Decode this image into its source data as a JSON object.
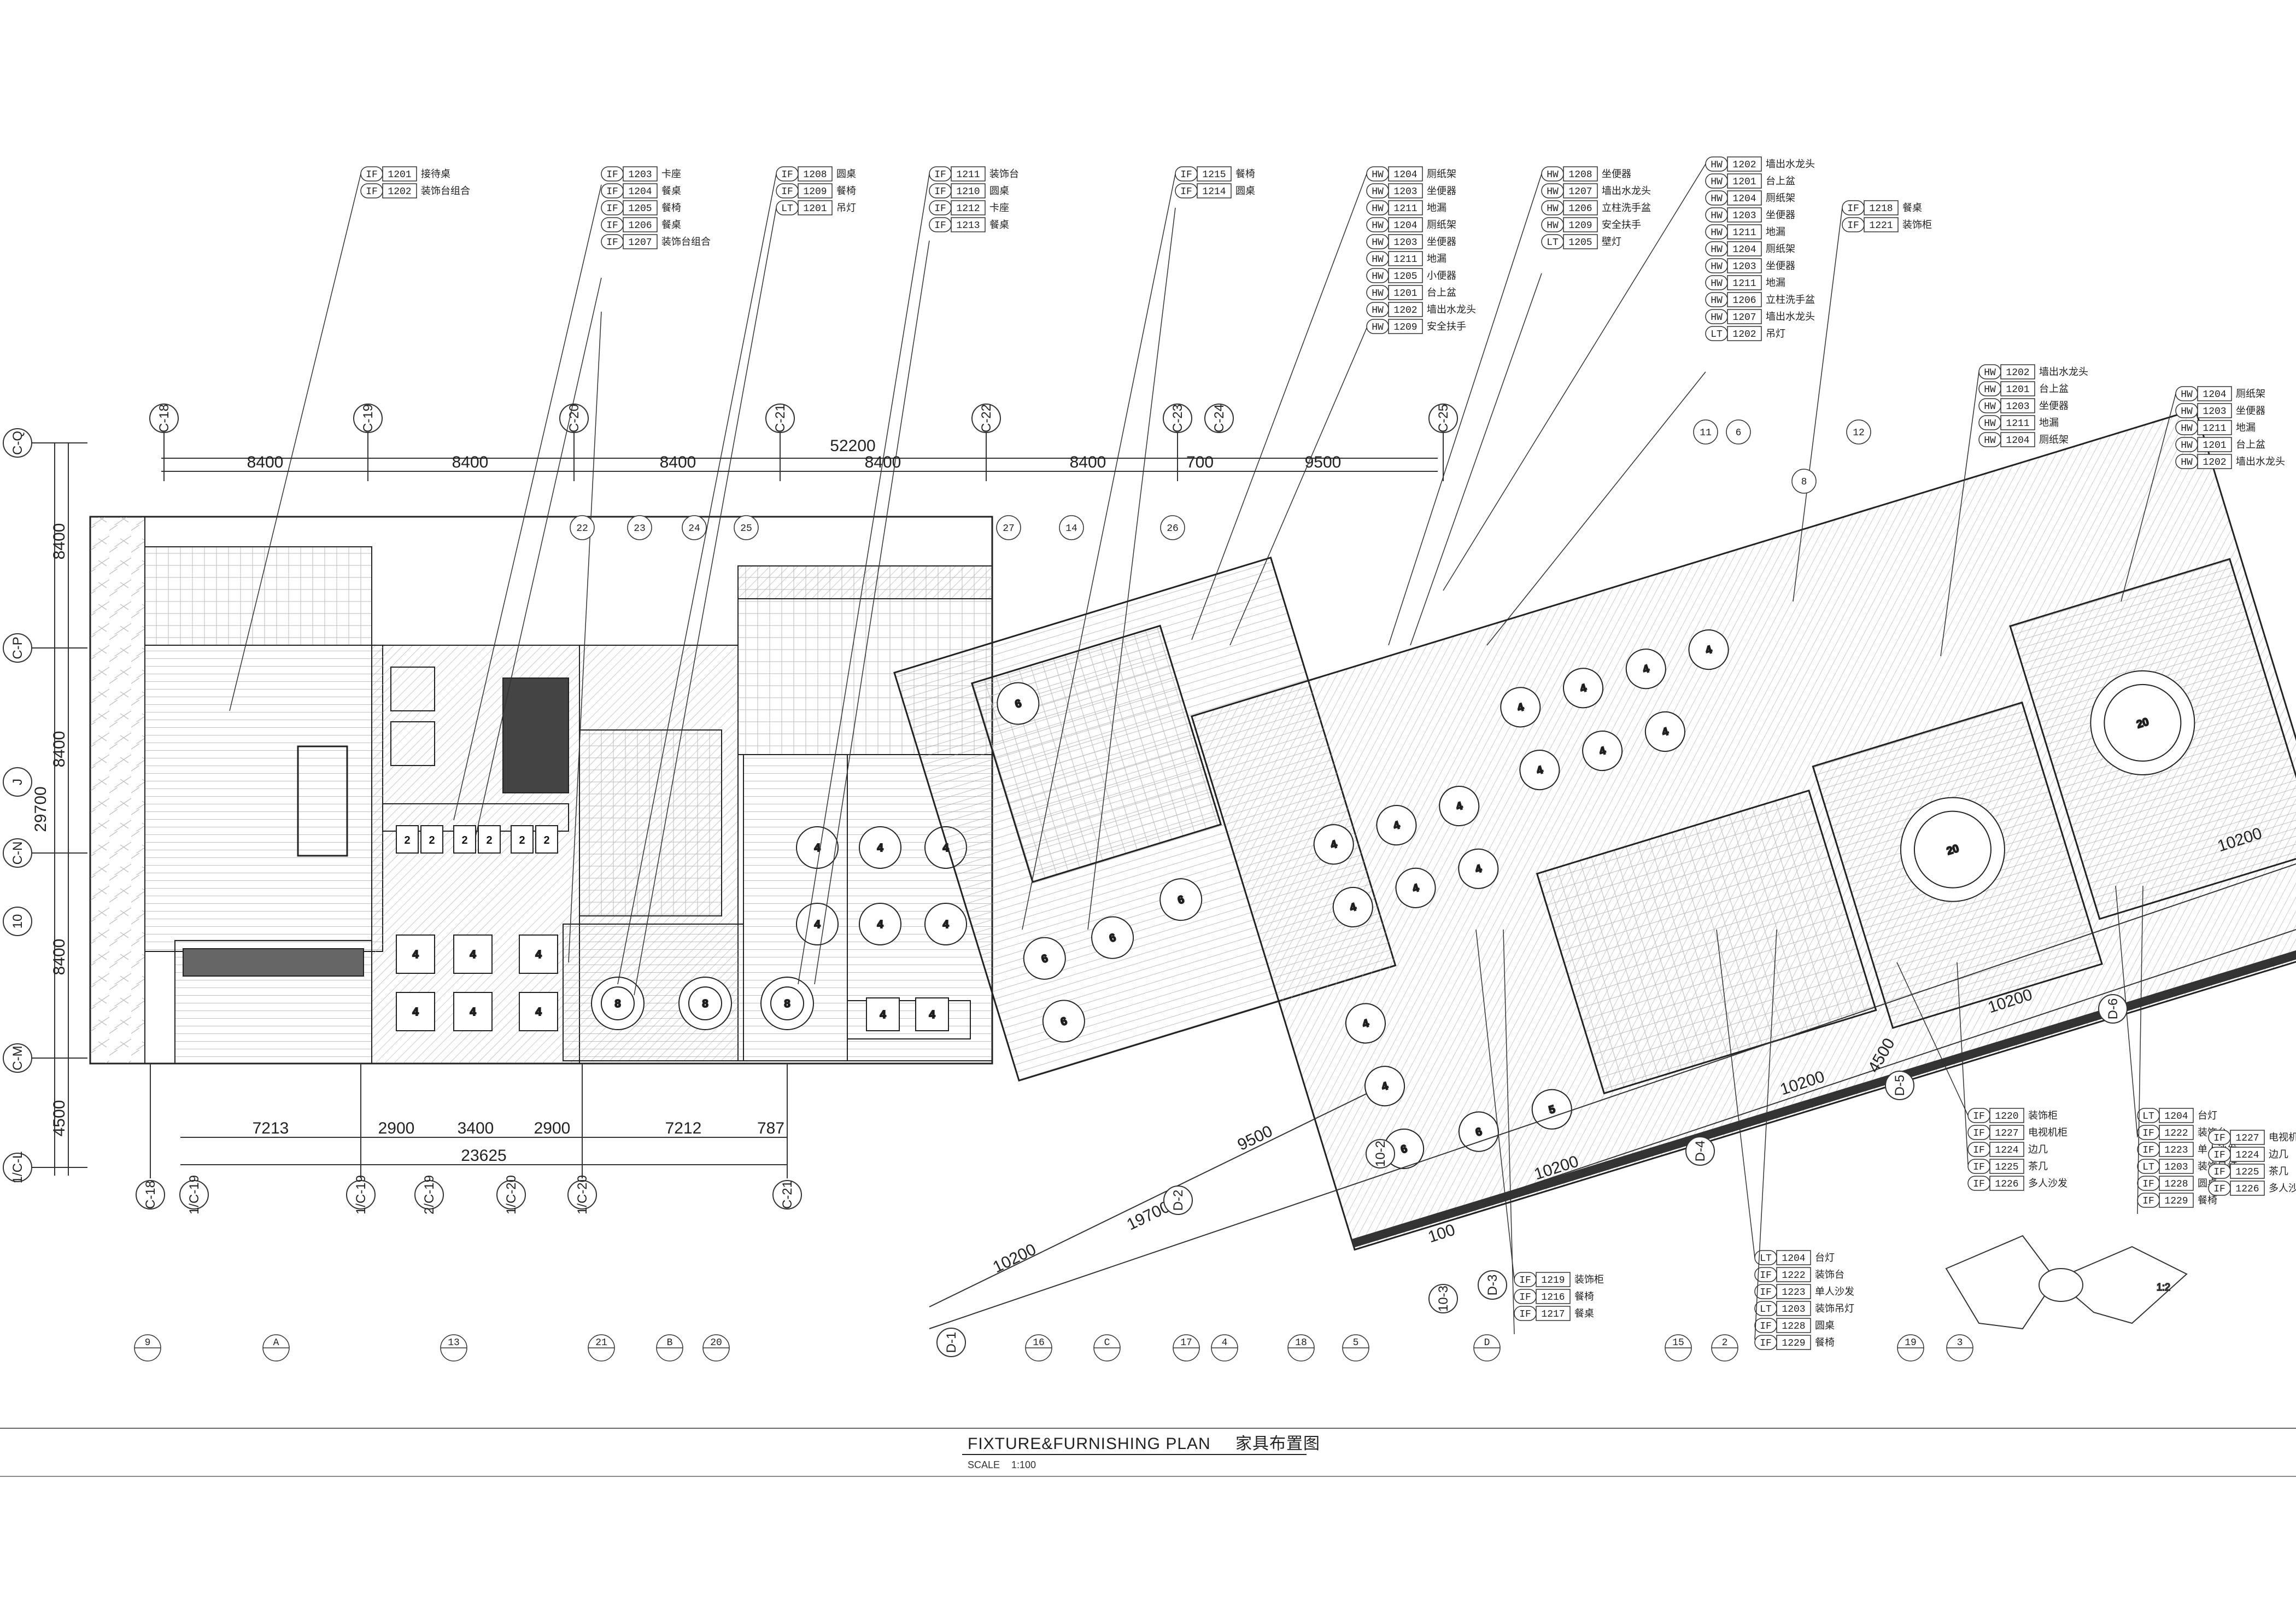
{
  "drawing": {
    "title_en": "FIXTURE&FURNISHING  PLAN",
    "title_cn": "家具布置图",
    "scale_label": "SCALE",
    "scale_value": "1:100",
    "section_mark": "1:2"
  },
  "dimensions": {
    "top_total": "52200",
    "top_bays": [
      "8400",
      "8400",
      "8400",
      "8400",
      "8400",
      "700",
      "9500"
    ],
    "left_total": "29700",
    "left_bays": [
      "8400",
      "8400",
      "8400",
      "4500"
    ],
    "bottom_bays": [
      "7213",
      "2900",
      "3400",
      "2900",
      "7212",
      "787"
    ],
    "bottom_total": "23625",
    "diag_lower": [
      "9500",
      "19700",
      "10200"
    ],
    "diag_mid": [
      "10200",
      "4500",
      "10200"
    ],
    "diag_right": [
      "10200",
      "10200"
    ],
    "diag_small": "100"
  },
  "grid": {
    "top": [
      "C-18",
      "C-19",
      "C-20",
      "C-21",
      "C-22",
      "C-23",
      "C-24",
      "C-25"
    ],
    "left": [
      "C-Q",
      "C-P",
      "J",
      "C-N",
      "10",
      "C-M",
      "1/C-L"
    ],
    "bottom": [
      "C-18",
      "1/C-19",
      "1/C-19",
      "2/C-19",
      "1/C-20",
      "1/C-20",
      "C-21"
    ],
    "diag": [
      "D-1",
      "D-2",
      "D-3",
      "D-4",
      "D-5",
      "D-6",
      "10-2",
      "10-3"
    ]
  },
  "tags": {
    "left_column_1": [
      {
        "code": "IF",
        "num": "1201",
        "desc": "接待桌"
      },
      {
        "code": "IF",
        "num": "1202",
        "desc": "装饰台组合"
      }
    ],
    "left_column_2": [
      {
        "code": "IF",
        "num": "1203",
        "desc": "卡座"
      },
      {
        "code": "IF",
        "num": "1204",
        "desc": "餐桌"
      },
      {
        "code": "IF",
        "num": "1205",
        "desc": "餐椅"
      },
      {
        "code": "IF",
        "num": "1206",
        "desc": "餐桌"
      },
      {
        "code": "IF",
        "num": "1207",
        "desc": "装饰台组合"
      }
    ],
    "left_column_3": [
      {
        "code": "IF",
        "num": "1208",
        "desc": "圆桌"
      },
      {
        "code": "IF",
        "num": "1209",
        "desc": "餐椅"
      },
      {
        "code": "LT",
        "num": "1201",
        "desc": "吊灯"
      }
    ],
    "left_column_4": [
      {
        "code": "IF",
        "num": "1211",
        "desc": "装饰台"
      },
      {
        "code": "IF",
        "num": "1210",
        "desc": "圆桌"
      },
      {
        "code": "IF",
        "num": "1212",
        "desc": "卡座"
      },
      {
        "code": "IF",
        "num": "1213",
        "desc": "餐桌"
      }
    ],
    "left_column_5": [
      {
        "code": "IF",
        "num": "1215",
        "desc": "餐椅"
      },
      {
        "code": "IF",
        "num": "1214",
        "desc": "圆桌"
      }
    ],
    "wash_column_1": [
      {
        "code": "HW",
        "num": "1204",
        "desc": "厕纸架"
      },
      {
        "code": "HW",
        "num": "1203",
        "desc": "坐便器"
      },
      {
        "code": "HW",
        "num": "1211",
        "desc": "地漏"
      },
      {
        "code": "HW",
        "num": "1204",
        "desc": "厕纸架"
      },
      {
        "code": "HW",
        "num": "1203",
        "desc": "坐便器"
      },
      {
        "code": "HW",
        "num": "1211",
        "desc": "地漏"
      },
      {
        "code": "HW",
        "num": "1205",
        "desc": "小便器"
      },
      {
        "code": "HW",
        "num": "1201",
        "desc": "台上盆"
      },
      {
        "code": "HW",
        "num": "1202",
        "desc": "墙出水龙头"
      },
      {
        "code": "HW",
        "num": "1209",
        "desc": "安全扶手"
      }
    ],
    "wash_column_2": [
      {
        "code": "HW",
        "num": "1208",
        "desc": "坐便器"
      },
      {
        "code": "HW",
        "num": "1207",
        "desc": "墙出水龙头"
      },
      {
        "code": "HW",
        "num": "1206",
        "desc": "立柱洗手盆"
      },
      {
        "code": "HW",
        "num": "1209",
        "desc": "安全扶手"
      },
      {
        "code": "LT",
        "num": "1205",
        "desc": "壁灯"
      }
    ],
    "wash_column_3": [
      {
        "code": "HW",
        "num": "1202",
        "desc": "墙出水龙头"
      },
      {
        "code": "HW",
        "num": "1201",
        "desc": "台上盆"
      },
      {
        "code": "HW",
        "num": "1204",
        "desc": "厕纸架"
      },
      {
        "code": "HW",
        "num": "1203",
        "desc": "坐便器"
      },
      {
        "code": "HW",
        "num": "1211",
        "desc": "地漏"
      },
      {
        "code": "HW",
        "num": "1204",
        "desc": "厕纸架"
      },
      {
        "code": "HW",
        "num": "1203",
        "desc": "坐便器"
      },
      {
        "code": "HW",
        "num": "1211",
        "desc": "地漏"
      },
      {
        "code": "HW",
        "num": "1206",
        "desc": "立柱洗手盆"
      },
      {
        "code": "HW",
        "num": "1207",
        "desc": "墙出水龙头"
      },
      {
        "code": "LT",
        "num": "1202",
        "desc": "吊灯"
      }
    ],
    "right_top": [
      {
        "code": "IF",
        "num": "1218",
        "desc": "餐桌"
      },
      {
        "code": "IF",
        "num": "1221",
        "desc": "装饰柜"
      }
    ],
    "right_wash_a": [
      {
        "code": "HW",
        "num": "1202",
        "desc": "墙出水龙头"
      },
      {
        "code": "HW",
        "num": "1201",
        "desc": "台上盆"
      },
      {
        "code": "HW",
        "num": "1203",
        "desc": "坐便器"
      },
      {
        "code": "HW",
        "num": "1211",
        "desc": "地漏"
      },
      {
        "code": "HW",
        "num": "1204",
        "desc": "厕纸架"
      }
    ],
    "right_wash_b": [
      {
        "code": "HW",
        "num": "1204",
        "desc": "厕纸架"
      },
      {
        "code": "HW",
        "num": "1203",
        "desc": "坐便器"
      },
      {
        "code": "HW",
        "num": "1211",
        "desc": "地漏"
      },
      {
        "code": "HW",
        "num": "1201",
        "desc": "台上盆"
      },
      {
        "code": "HW",
        "num": "1202",
        "desc": "墙出水龙头"
      }
    ],
    "bottom_a": [
      {
        "code": "IF",
        "num": "1219",
        "desc": "装饰柜"
      },
      {
        "code": "IF",
        "num": "1216",
        "desc": "餐椅"
      },
      {
        "code": "IF",
        "num": "1217",
        "desc": "餐桌"
      }
    ],
    "bottom_b": [
      {
        "code": "LT",
        "num": "1204",
        "desc": "台灯"
      },
      {
        "code": "IF",
        "num": "1222",
        "desc": "装饰台"
      },
      {
        "code": "IF",
        "num": "1223",
        "desc": "单人沙发"
      },
      {
        "code": "LT",
        "num": "1203",
        "desc": "装饰吊灯"
      },
      {
        "code": "IF",
        "num": "1228",
        "desc": "圆桌"
      },
      {
        "code": "IF",
        "num": "1229",
        "desc": "餐椅"
      }
    ],
    "bottom_c": [
      {
        "code": "IF",
        "num": "1220",
        "desc": "装饰柜"
      },
      {
        "code": "IF",
        "num": "1227",
        "desc": "电视机柜"
      },
      {
        "code": "IF",
        "num": "1224",
        "desc": "边几"
      },
      {
        "code": "IF",
        "num": "1225",
        "desc": "茶几"
      },
      {
        "code": "IF",
        "num": "1226",
        "desc": "多人沙发"
      }
    ],
    "bottom_d": [
      {
        "code": "LT",
        "num": "1204",
        "desc": "台灯"
      },
      {
        "code": "IF",
        "num": "1222",
        "desc": "装饰台"
      },
      {
        "code": "IF",
        "num": "1223",
        "desc": "单人沙发"
      },
      {
        "code": "LT",
        "num": "1203",
        "desc": "装饰吊灯"
      },
      {
        "code": "IF",
        "num": "1228",
        "desc": "圆桌"
      },
      {
        "code": "IF",
        "num": "1229",
        "desc": "餐椅"
      }
    ],
    "bottom_e": [
      {
        "code": "IF",
        "num": "1227",
        "desc": "电视机柜"
      },
      {
        "code": "IF",
        "num": "1224",
        "desc": "边几"
      },
      {
        "code": "IF",
        "num": "1225",
        "desc": "茶几"
      },
      {
        "code": "IF",
        "num": "1226",
        "desc": "多人沙发"
      }
    ]
  },
  "bubbles_top": [
    "22",
    "23",
    "24",
    "25",
    "27",
    "14",
    "26",
    "11",
    "6",
    "12",
    "8"
  ],
  "bubbles_bottom": [
    "9",
    "A",
    "13",
    "21",
    "B",
    "20",
    "16",
    "C",
    "17",
    "4",
    "18",
    "5",
    "D",
    "15",
    "2",
    "19",
    "3"
  ],
  "seat_counts": {
    "booth": [
      "2",
      "2",
      "2",
      "2",
      "2",
      "2"
    ],
    "four": "4",
    "six": "6",
    "eight": "8",
    "five": "5",
    "twenty": "20"
  }
}
